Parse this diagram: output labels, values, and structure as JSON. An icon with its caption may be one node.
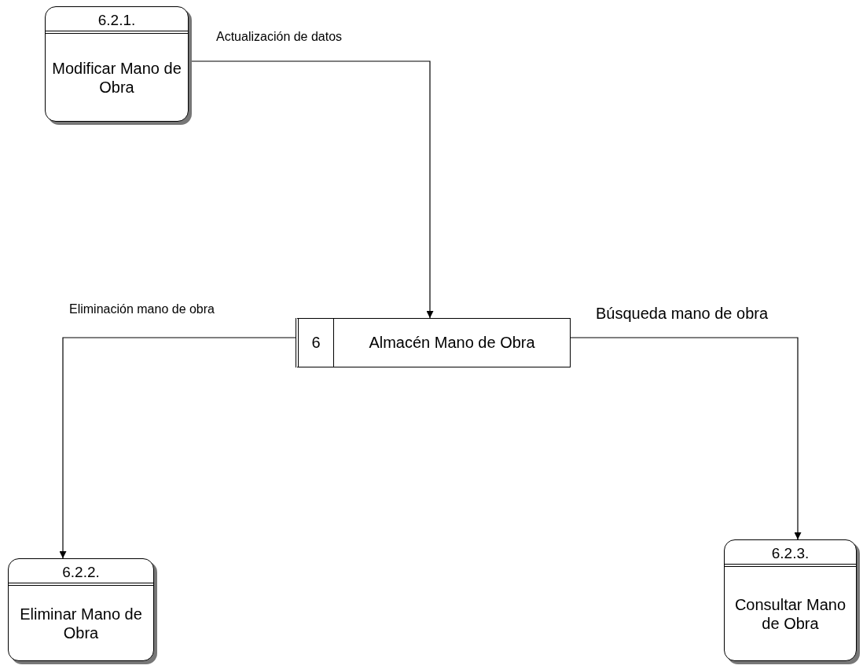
{
  "diagram": {
    "nodes": [
      {
        "text": [
          "6.2.1.",
          "Modificar Mano de Obra"
        ]
      },
      {
        "text": [
          "6",
          "Almacén Mano de Obra"
        ]
      },
      {
        "text": [
          "6.2.2.",
          "Eliminar Mano de Obra"
        ]
      },
      {
        "text": [
          "6.2.3.",
          "Consultar Mano de Obra"
        ]
      }
    ],
    "edges": [
      {
        "from": 0,
        "to": 1,
        "arrow": "to",
        "label": "Actualización de datos"
      },
      {
        "from": 1,
        "to": 2,
        "arrow": "to",
        "label": "Eliminación mano de obra"
      },
      {
        "from": 1,
        "to": 3,
        "arrow": "to",
        "label": "Búsqueda mano de obra"
      }
    ]
  }
}
